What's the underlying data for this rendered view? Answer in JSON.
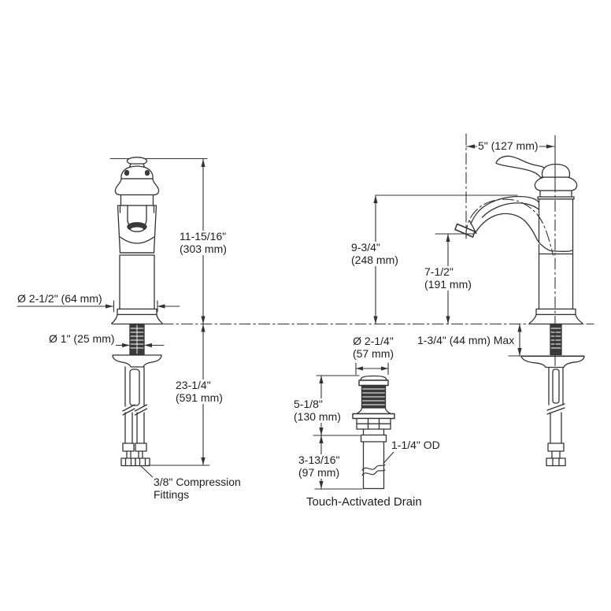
{
  "page": {
    "background": "#ffffff",
    "line_color": "#333333",
    "dark_fill": "#3b3b3b",
    "description": "Faucet and drain installation dimension diagram"
  },
  "views": {
    "front_view": "faucet front elevation with supply lines",
    "side_view": "faucet side elevation with curved spout",
    "drain_view": "touch-activated drain assembly"
  },
  "dimensions": {
    "spout_reach": {
      "text": "5\" (127 mm)"
    },
    "overall_height": {
      "line1": "11-15/16\"",
      "line2": "(303 mm)"
    },
    "spout_height": {
      "line1": "9-3/4\"",
      "line2": "(248 mm)"
    },
    "outlet_height": {
      "line1": "7-1/2\"",
      "line2": "(191 mm)"
    },
    "base_diameter": {
      "text": "Ø 2-1/2\" (64 mm)"
    },
    "shank_diameter": {
      "text": "Ø 1\" (25 mm)"
    },
    "deck_thickness_max": {
      "text": "1-3/4\" (44 mm) Max"
    },
    "supply_length": {
      "line1": "23-1/4\"",
      "line2": "(591 mm)"
    },
    "drain_flange_diameter": {
      "line1": "Ø 2-1/4\"",
      "line2": "(57 mm)"
    },
    "drain_upper_length": {
      "line1": "5-1/8\"",
      "line2": "(130 mm)"
    },
    "drain_lower_length": {
      "line1": "3-13/16\"",
      "line2": "(97 mm)"
    },
    "tailpiece_od": {
      "text": "1-1/4\" OD"
    }
  },
  "notes": {
    "compression_fittings": {
      "line1": "3/8\" Compression",
      "line2": "Fittings"
    },
    "drain_caption": "Touch-Activated Drain"
  }
}
